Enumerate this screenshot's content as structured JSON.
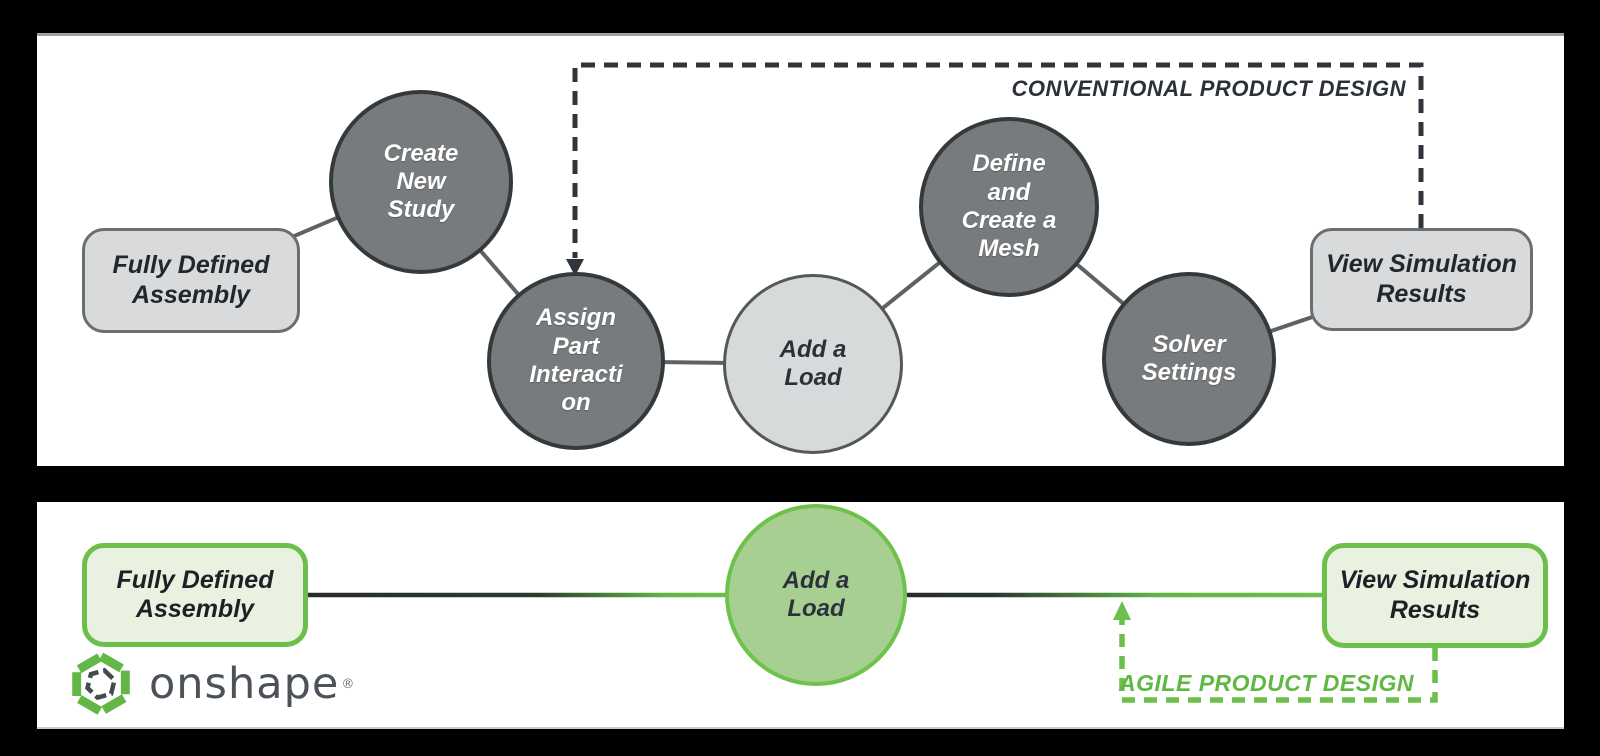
{
  "top_panel": {
    "flow_label": "CONVENTIONAL PRODUCT DESIGN",
    "nodes": [
      {
        "id": "fully-defined-assembly",
        "type": "box",
        "label": "Fully Defined\nAssembly"
      },
      {
        "id": "create-new-study",
        "type": "circle-dark",
        "label": "Create\nNew\nStudy"
      },
      {
        "id": "assign-part-interaction",
        "type": "circle-dark",
        "label": "Assign\nPart\nInteracti\non"
      },
      {
        "id": "add-a-load",
        "type": "circle-light",
        "label": "Add a\nLoad"
      },
      {
        "id": "define-and-create-a-mesh",
        "type": "circle-dark",
        "label": "Define\nand\nCreate a\nMesh"
      },
      {
        "id": "solver-settings",
        "type": "circle-dark",
        "label": "Solver\nSettings"
      },
      {
        "id": "view-simulation-results",
        "type": "box",
        "label": "View Simulation\nResults"
      }
    ]
  },
  "bottom_panel": {
    "flow_label": "AGILE PRODUCT DESIGN",
    "nodes": [
      {
        "id": "fully-defined-assembly",
        "type": "box-green",
        "label": "Fully Defined\nAssembly"
      },
      {
        "id": "add-a-load",
        "type": "circle-green",
        "label": "Add a\nLoad"
      },
      {
        "id": "view-simulation-results",
        "type": "box-green",
        "label": "View Simulation\nResults"
      }
    ],
    "logo": {
      "text": "onshape",
      "reg": "®"
    }
  },
  "colors": {
    "background": "#000000",
    "panel": "#ffffff",
    "dark_node_fill": "#787b7d",
    "dark_node_border": "#34393c",
    "light_node_fill": "#d8dadb",
    "light_node_border": "#6a6e71",
    "connector_gray": "#5e6265",
    "dashed_dark": "#2f353a",
    "label_dark": "#2b3137",
    "green": "#6cbf4a",
    "green_circle_fill": "#a8cf92",
    "green_box_fill": "#e9f2e1",
    "logo_text_color": "#4c525a"
  }
}
